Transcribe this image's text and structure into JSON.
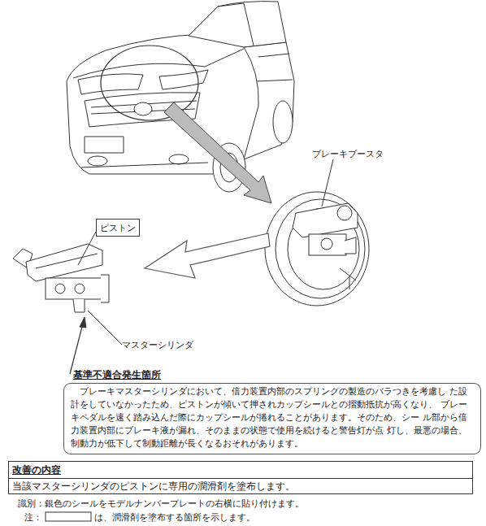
{
  "diagram": {
    "nodes": [
      {
        "text": [
          "ピストン"
        ]
      },
      {
        "text": [
          "基準不適合発生箇所",
          "ブレーキマスターシリンダにおいて、倍力装置内部のスプリングの製造のバラつきを考慮し た設計をしていなかったため、ピストンが傾いて押されカップシールとの摺動抵抗が高くなり、 ブレーキペダルを速く踏み込んだ際にカップシールが捲れることがあります。そのため、シー ル部から倍力装置内部にブレーキ液が漏れ、そのままの状態で使用を続けると警告灯が点 灯し、最悪の場合、制動力が低下して制動距離が長くなるおそれがあります。"
        ]
      },
      {
        "text": [
          "改善の内容"
        ]
      },
      {
        "text": [
          "当該マスターシリンダのピストンに専用の潤滑剤を塗布します。"
        ]
      }
    ],
    "labels": [
      "ブレーキブースタ",
      "マスターシリンダ",
      "識別：銀色のシールをモデルナンバープレートの右横に貼り付けます。",
      "注：",
      "は、潤滑剤を塗布する箇所を示します。"
    ]
  }
}
